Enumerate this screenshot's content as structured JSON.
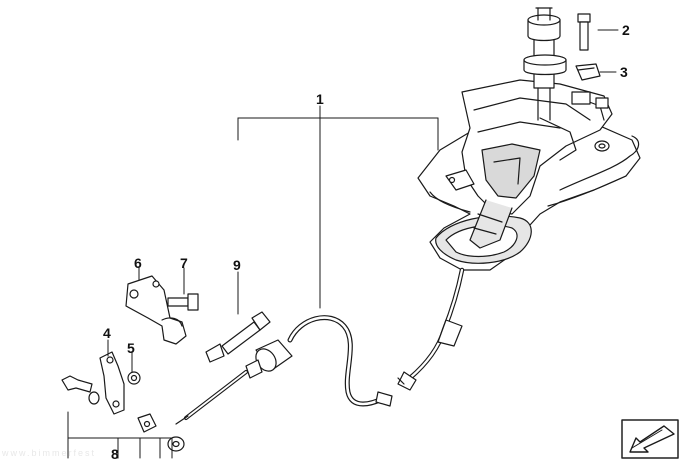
{
  "diagram": {
    "callouts": {
      "c1": "1",
      "c2": "2",
      "c3": "3",
      "c4": "4",
      "c5": "5",
      "c6": "6",
      "c7": "7",
      "c8": "8",
      "c9": "9"
    },
    "watermark": "www.bimmerfest",
    "icons": {
      "nav": "arrow-down-left-icon"
    },
    "colors": {
      "line": "#1a1a1a",
      "fill": "#ffffff",
      "shade": "#d9d9d9"
    }
  }
}
